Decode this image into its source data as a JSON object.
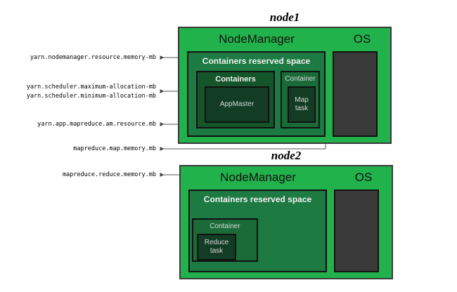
{
  "diagram": {
    "title_node1": "node1",
    "title_node2": "node2",
    "labels": {
      "nodemanager": "NodeManager",
      "os": "OS",
      "reserved": "Containers reserved space",
      "containers_plural": "Containers",
      "container_singular": "Container",
      "appmaster": "AppMaster",
      "map_task_line1": "Map",
      "map_task_line2": "task",
      "reduce_task_line1": "Reduce",
      "reduce_task_line2": "task"
    },
    "annotations": [
      {
        "id": "ann-nodemanager-resource-memory-mb",
        "text": "yarn.nodemanager.resource.memory-mb"
      },
      {
        "id": "ann-scheduler-maximum-allocation-mb",
        "text": "yarn.scheduler.maximum-allocation-mb"
      },
      {
        "id": "ann-scheduler-minimum-allocation-mb",
        "text": "yarn.scheduler.minimum-allocation-mb"
      },
      {
        "id": "ann-app-mapreduce-am-resource-mb",
        "text": "yarn.app.mapreduce.am.resource.mb"
      },
      {
        "id": "ann-mapreduce-map-memory-mb",
        "text": "mapreduce.map.memory.mb"
      },
      {
        "id": "ann-mapreduce-reduce-memory-mb",
        "text": "mapreduce.reduce.memory.mb"
      }
    ],
    "colors": {
      "node_green": "#22b24c",
      "reserved_green": "#1c7a42",
      "containers_green": "#14562a",
      "container_green": "#1b6b39",
      "task_green": "#123d24",
      "os_gray": "#3a3a3a",
      "border": "#111111",
      "wire": "#555555",
      "background": "#ffffff"
    }
  }
}
